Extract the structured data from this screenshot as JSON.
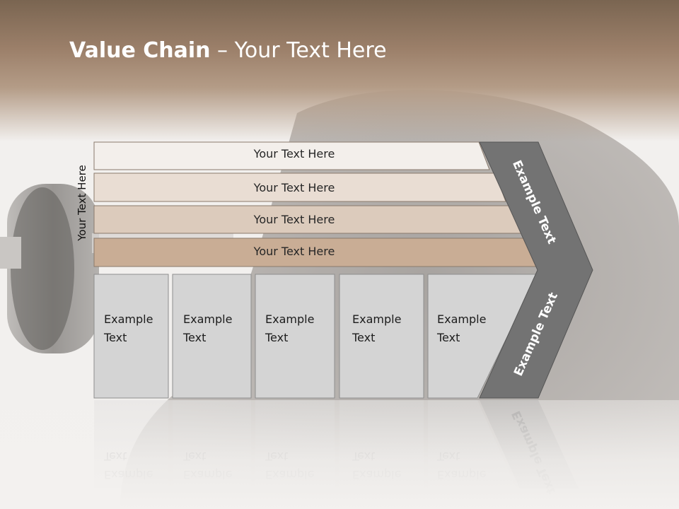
{
  "slide": {
    "title_bold": "Value Chain",
    "title_rest": " – Your Text Here",
    "side_label": "Your Text Here",
    "bars": [
      {
        "text": "Your Text Here",
        "color": "#f3efeb"
      },
      {
        "text": "Your Text Here",
        "color": "#e9ddd3"
      },
      {
        "text": "Your Text Here",
        "color": "#dccbbc"
      },
      {
        "text": "Your Text Here",
        "color": "#c9ad95"
      }
    ],
    "cells": [
      {
        "text": "Example\nText"
      },
      {
        "text": "Example\nText"
      },
      {
        "text": "Example\nText"
      },
      {
        "text": "Example\nText"
      },
      {
        "text": "Example\nText"
      }
    ],
    "arrow_upper_text": "Example Text",
    "arrow_lower_text": "Example Text",
    "colors": {
      "arrow": "#737373",
      "cell": "#d4d4d4",
      "cell_border": "#8e8e8e",
      "header": "#9c806a"
    }
  }
}
